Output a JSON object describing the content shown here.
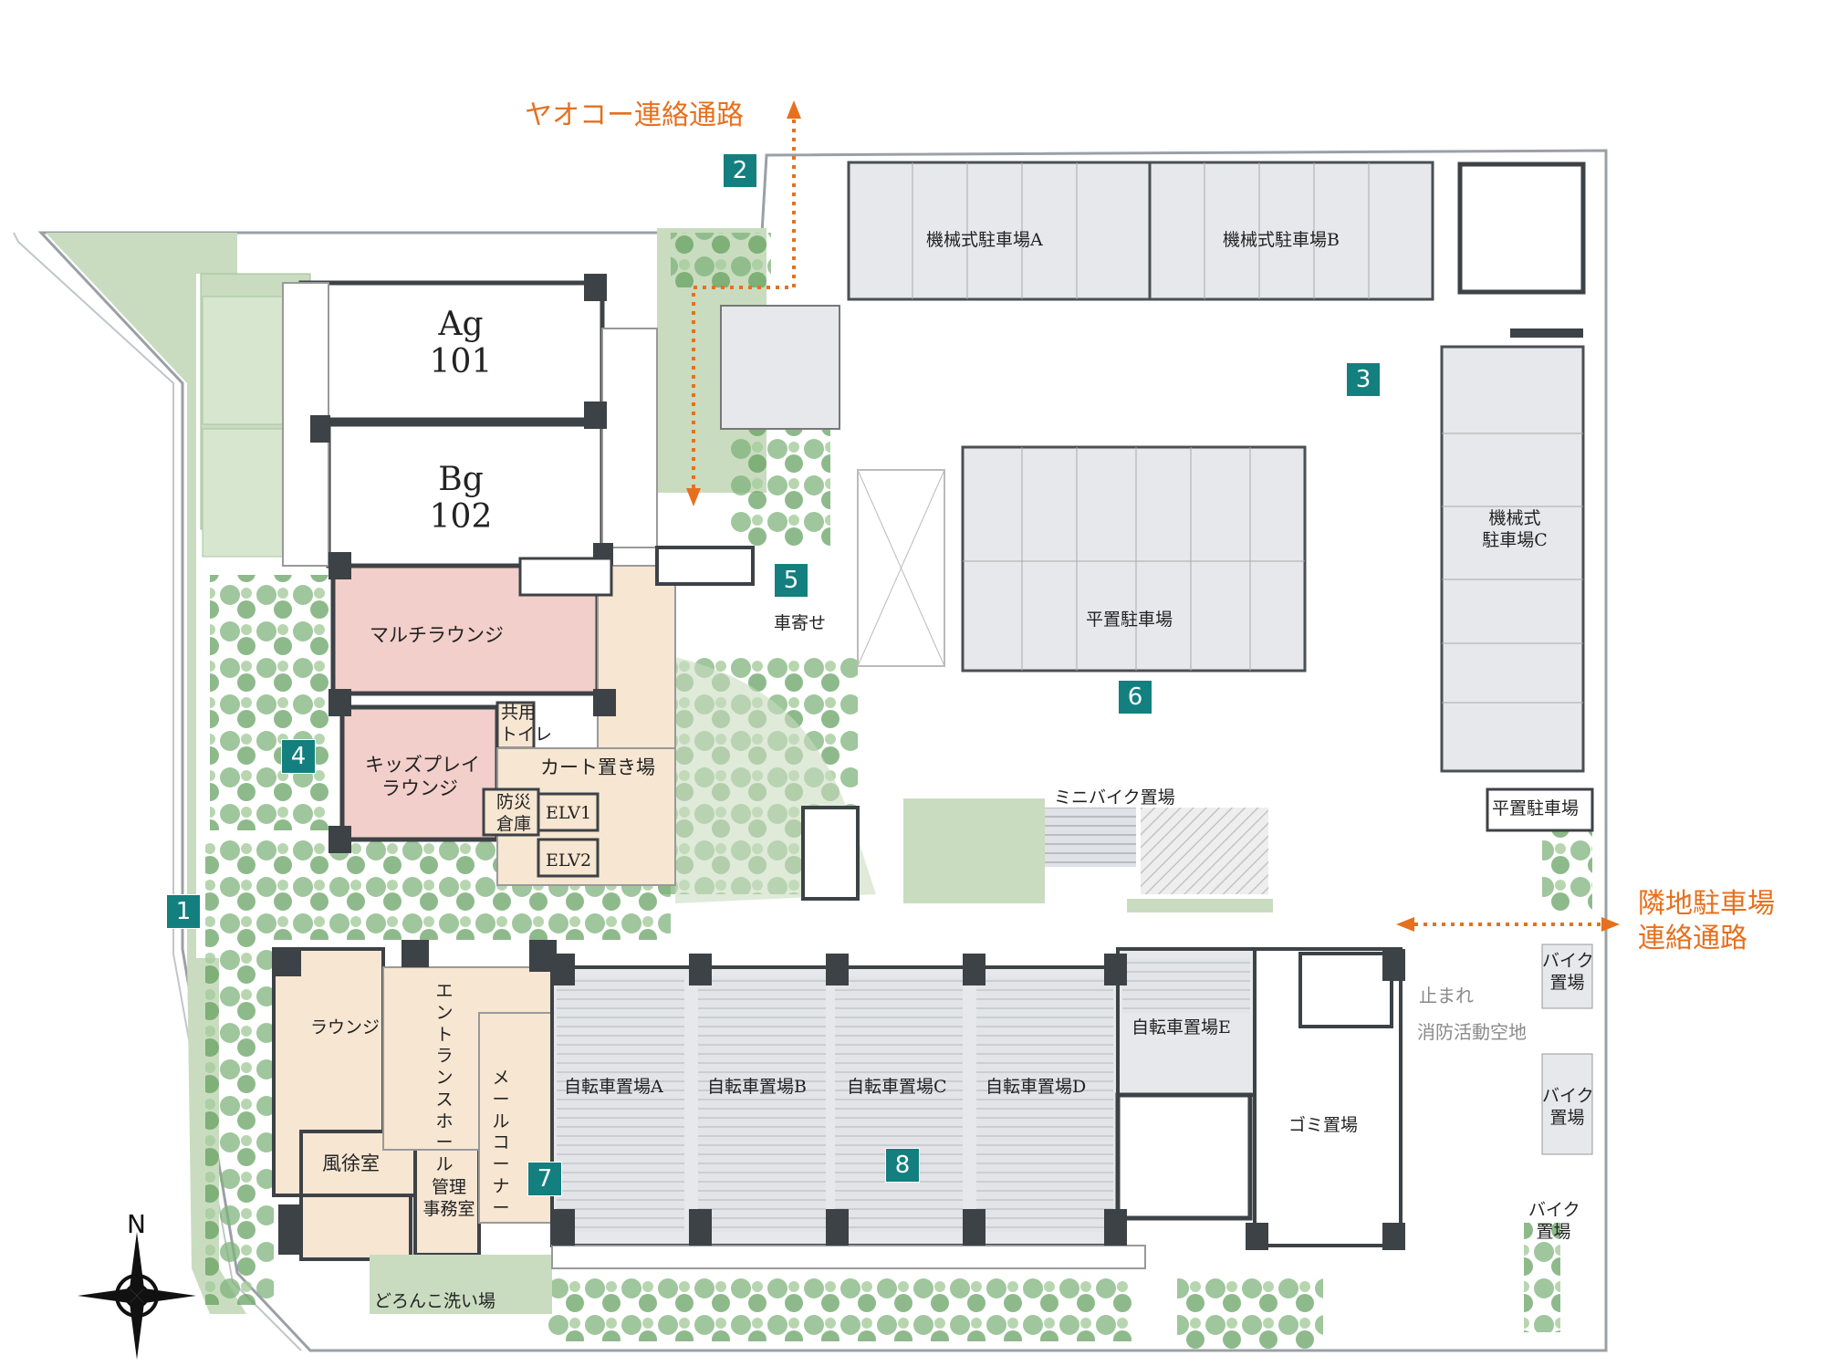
{
  "links": {
    "yaoko": "ヤオコー連絡通路",
    "neighbor_line1": "隣地駐車場",
    "neighbor_line2": "連絡通路"
  },
  "units": [
    {
      "line1": "Ag",
      "line2": "101"
    },
    {
      "line1": "Bg",
      "line2": "102"
    }
  ],
  "rooms": {
    "multi_lounge": "マルチラウンジ",
    "kids_line1": "キッズプレイ",
    "kids_line2": "ラウンジ",
    "toilet_line1": "共用",
    "toilet_line2": "トイレ",
    "cart": "カート置き場",
    "disaster_line1": "防災",
    "disaster_line2": "倉庫",
    "elv1": "ELV1",
    "elv2": "ELV2",
    "lounge": "ラウンジ",
    "entrance_hall": "エントランスホール",
    "mail_corner": "メールコーナー",
    "windbreak": "風徐室",
    "office_line1": "管理",
    "office_line2": "事務室",
    "mud_wash": "どろんこ洗い場",
    "garbage": "ゴミ置場"
  },
  "parking": {
    "mech_a": "機械式駐車場A",
    "mech_b": "機械式駐車場B",
    "mech_c_line1": "機械式",
    "mech_c_line2": "駐車場C",
    "flat": "平置駐車場",
    "flat_small": "平置駐車場",
    "carport": "車寄せ",
    "minibike": "ミニバイク置場",
    "bike1_line1": "バイク",
    "bike1_line2": "置場",
    "bike2_line1": "バイク",
    "bike2_line2": "置場",
    "bike3_line1": "バイク",
    "bike3_line2": "置場",
    "cycle_a": "自転車置場A",
    "cycle_b": "自転車置場B",
    "cycle_c": "自転車置場C",
    "cycle_d": "自転車置場D",
    "cycle_e": "自転車置場E"
  },
  "road": {
    "stop": "止まれ",
    "fire": "消防活動空地"
  },
  "badges": [
    "1",
    "2",
    "3",
    "4",
    "5",
    "6",
    "7",
    "8"
  ],
  "compass": "N",
  "colors": {
    "green": "#c9dcc0",
    "pink": "#f2cfca",
    "beige": "#f6e6d2",
    "grey_lot": "#e6e8eb",
    "teal": "#137f7f",
    "orange": "#e6701e",
    "wall": "#3d4246"
  }
}
